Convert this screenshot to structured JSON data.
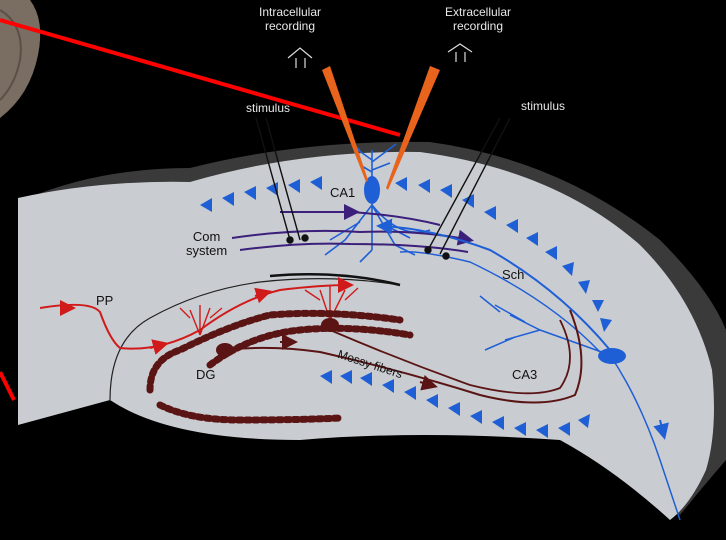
{
  "labels": {
    "intracellular": "Intracellular\nrecording",
    "extracellular": "Extracellular\nrecording",
    "stimulus_left": "stimulus",
    "stimulus_right": "stimulus",
    "ca1": "CA1",
    "com_system": "Com\nsystem",
    "sch": "Sch",
    "pp": "PP",
    "dg": "DG",
    "mossy_fibers": "Mossy fibers",
    "ca3": "CA3"
  },
  "colors": {
    "background": "#000000",
    "tissue": "#c9ccd1",
    "tissue_edge": "#3a3a3a",
    "pyramidal_blue": "#1f5fd6",
    "perforant_red": "#d11a1a",
    "mossy_dark": "#5a1414",
    "com_purple": "#3b1f7a",
    "electrode_orange": "#e8641c",
    "reference_line": "#ff0000"
  }
}
